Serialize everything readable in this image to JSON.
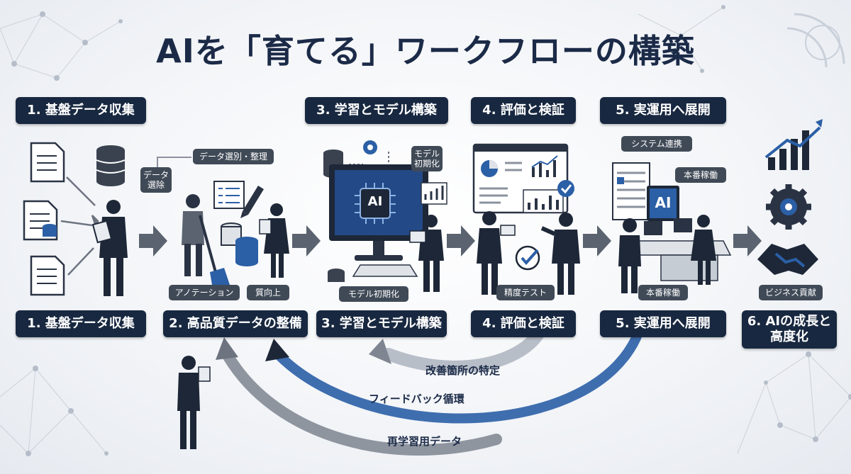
{
  "title": "AIを「育てる」ワークフローの構築",
  "top_steps": {
    "s1": "1. 基盤データ収集",
    "s3": "3. 学習とモデル構築",
    "s4": "4. 評価と検証",
    "s5": "5. 実運用へ展開"
  },
  "bottom_steps": {
    "s1": "1. 基盤データ収集",
    "s2": "2. 高品質データの整備",
    "s3": "3. 学習とモデル構築",
    "s4": "4. 評価と検証",
    "s5": "5. 実運用へ展開",
    "s6_line1": "6. AIの成長と",
    "s6_line2": "高度化"
  },
  "pills": {
    "data_selection": "データ選別・整理",
    "data_cleaning_line1": "データ",
    "data_cleaning_line2": "選除",
    "annotation": "アノテーション",
    "quality_up": "質向上",
    "model_init_line1": "モデル",
    "model_init_line2": "初期化",
    "model_init_bottom": "モデル初期化",
    "accuracy_test": "精度テスト",
    "system_integration": "システム連携",
    "production_run_top": "本番稼働",
    "production_run_bottom": "本番稼働",
    "business_contribution": "ビジネス貢献"
  },
  "screen_ai_label": "AI",
  "screen_ai_label2": "AI",
  "feedback": {
    "improvement": "改善箇所の特定",
    "loop": "フィードバック循環",
    "retrain": "再学習用データ"
  },
  "colors": {
    "navy": "#182840",
    "dark_gray": "#404a57",
    "accent_blue": "#2b5fa6",
    "arrow_gray": "#6d7480"
  },
  "icons": [
    "document-icon",
    "database-icon",
    "person-icon",
    "broom-icon",
    "pencil-icon",
    "monitor-icon",
    "chip-icon",
    "gear-icon",
    "bar-chart-icon",
    "pie-chart-icon",
    "checkmark-icon",
    "handshake-icon",
    "growth-chart-icon"
  ]
}
